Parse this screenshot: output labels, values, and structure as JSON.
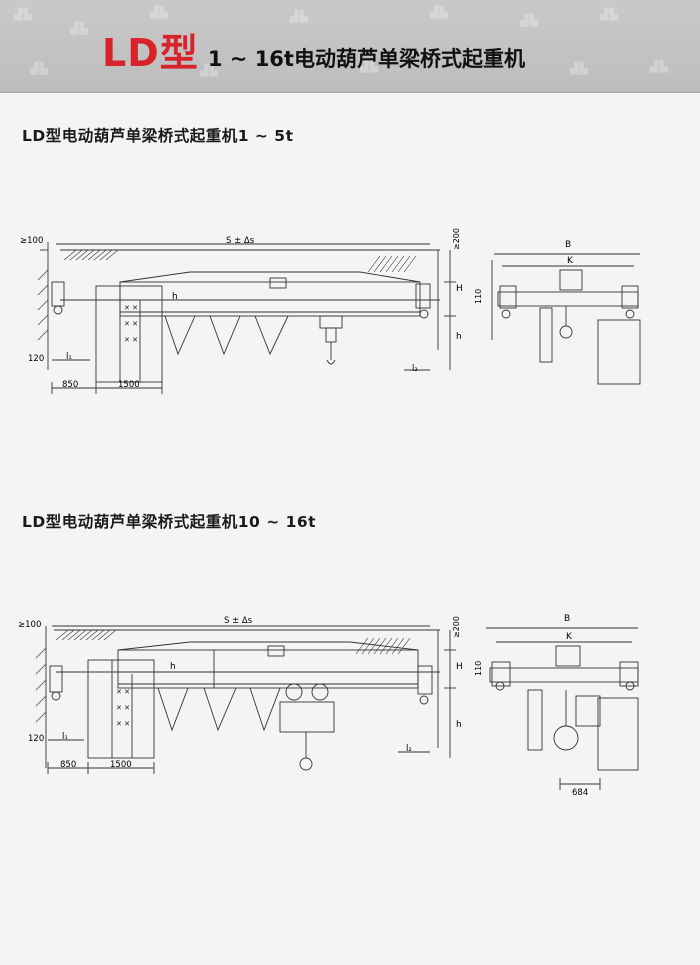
{
  "header": {
    "title_main": "LD型",
    "title_sub": "1 ~ 16t电动葫芦单梁桥式起重机"
  },
  "sections": [
    {
      "title": "LD型电动葫芦单梁桥式起重机1 ~ 5t",
      "labels": {
        "span": "S ± Δs",
        "ge100": "≥100",
        "ge200": "≥200",
        "h": "h",
        "H": "H",
        "dim110": "110",
        "dim120": "120",
        "l1": "l₁",
        "l2": "l₂",
        "dim850": "850",
        "dim1500": "1500",
        "B": "B",
        "K": "K",
        "h2": "h"
      }
    },
    {
      "title": "LD型电动葫芦单梁桥式起重机10 ~ 16t",
      "labels": {
        "span": "S ± Δs",
        "ge100": "≥100",
        "ge200": "≥200",
        "h": "h",
        "H": "H",
        "dim110": "110",
        "dim120": "120",
        "l1": "l₁",
        "l2": "l₂",
        "dim850": "850",
        "dim1500": "1500",
        "B": "B",
        "K": "K",
        "h2": "h",
        "dim684": "684"
      }
    }
  ]
}
